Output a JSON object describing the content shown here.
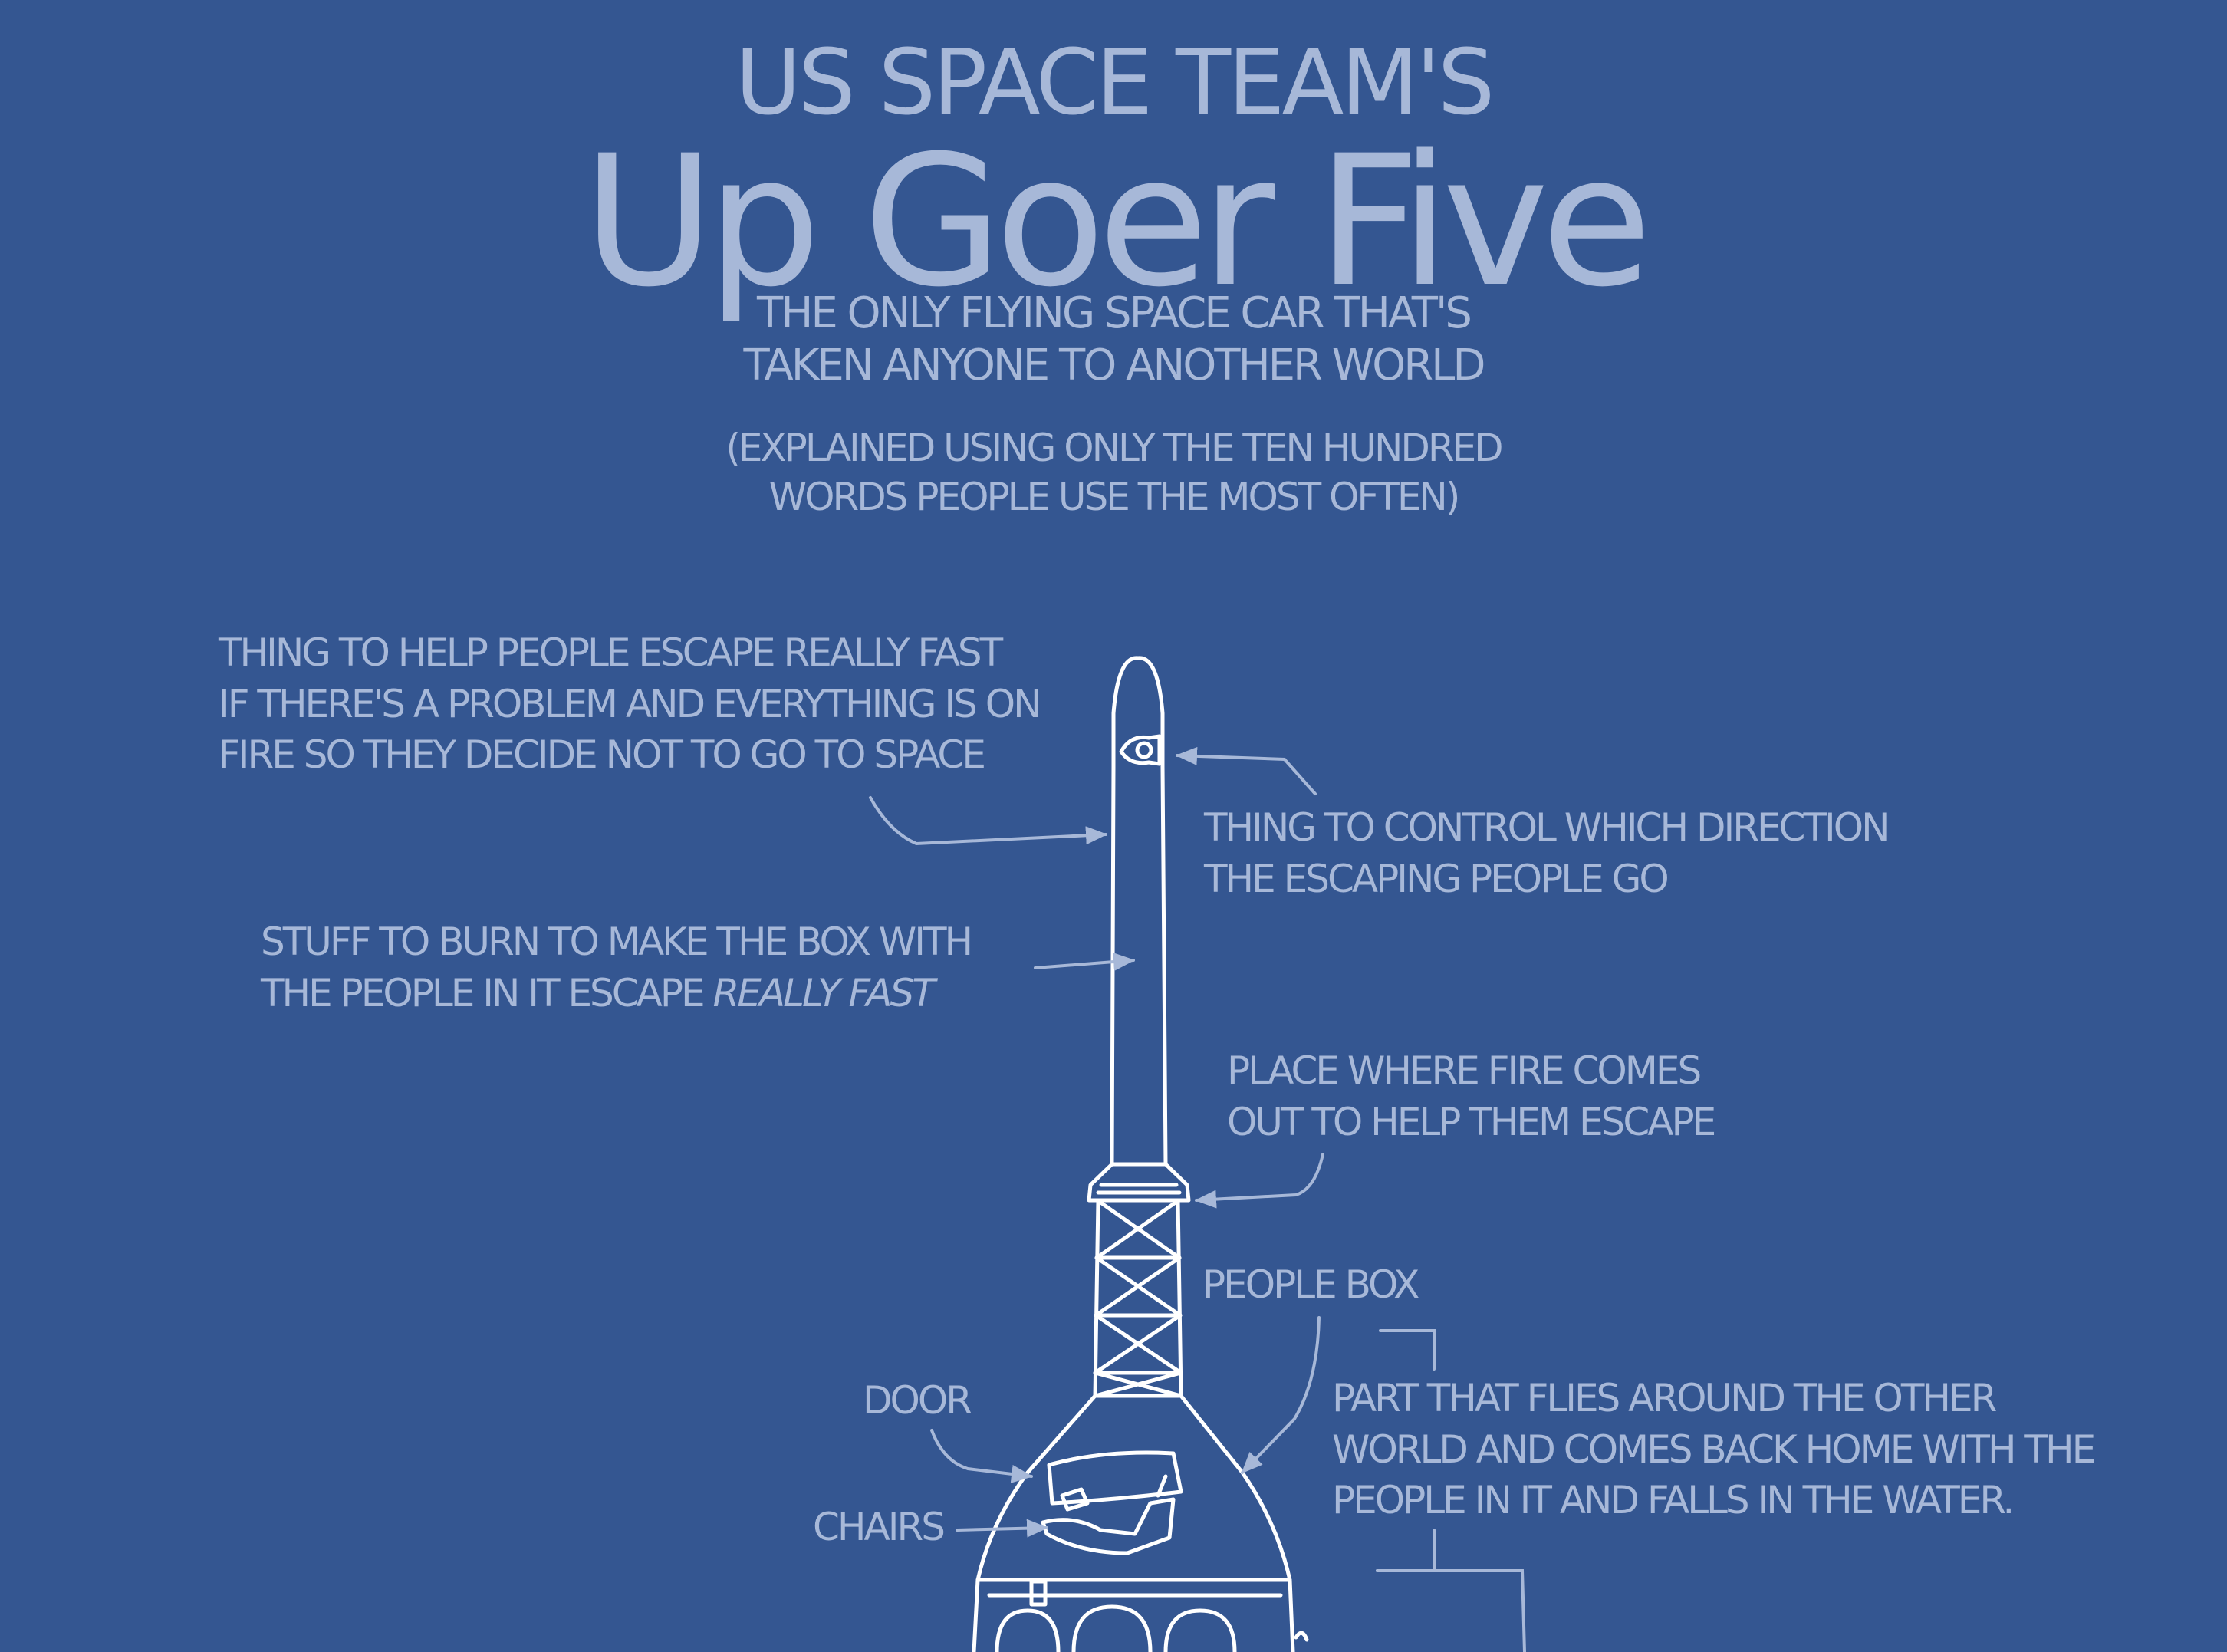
{
  "header": {
    "team": "US SPACE TEAM'S",
    "name": "Up Goer Five",
    "subtitle_line1": "THE ONLY FLYING SPACE CAR THAT'S",
    "subtitle_line2": "TAKEN ANYONE TO ANOTHER WORLD",
    "note_line1": "(EXPLAINED USING ONLY THE TEN HUNDRED",
    "note_line2": "WORDS PEOPLE USE THE MOST OFTEN)"
  },
  "annotations": {
    "escape": {
      "line1": "THING TO HELP PEOPLE ESCAPE REALLY FAST",
      "line2": "IF THERE'S A PROBLEM AND EVERYTHING IS ON",
      "line3": "FIRE SO THEY DECIDE NOT TO GO TO SPACE"
    },
    "control": {
      "line1": "THING TO CONTROL WHICH DIRECTION",
      "line2": "THE ESCAPING PEOPLE GO"
    },
    "fuel": {
      "line1": "STUFF TO BURN TO MAKE THE BOX WITH",
      "line2_prefix": "THE PEOPLE IN IT ESCAPE ",
      "line2_emphasis": "REALLY FAST"
    },
    "nozzle": {
      "line1": "PLACE WHERE FIRE COMES",
      "line2": "OUT TO HELP THEM ESCAPE"
    },
    "people_box": "PEOPLE BOX",
    "door": "DOOR",
    "chairs": "CHAIRS",
    "orbiter": {
      "line1": "PART THAT FLIES AROUND THE OTHER",
      "line2": "WORLD AND COMES BACK HOME WITH THE",
      "line3": "PEOPLE IN IT AND FALLS IN THE WATER."
    }
  },
  "colors": {
    "background": "#345691",
    "text": "#a7b8d8",
    "rocket_stroke": "#ffffff"
  }
}
